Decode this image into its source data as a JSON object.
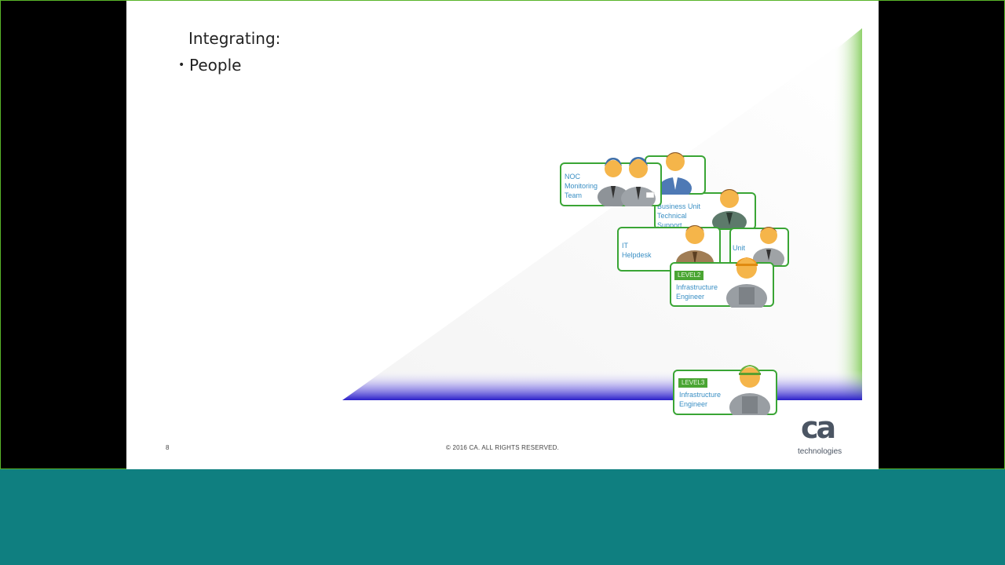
{
  "slide": {
    "title": "Integrating:",
    "bullets": [
      "People"
    ],
    "page_number": "8",
    "copyright": "© 2016 CA. ALL RIGHTS RESERVED."
  },
  "cards": {
    "noc": "NOC\nMonitoring\nTeam",
    "bu_tech": "Business Unit\nTechnical\nSupport",
    "bu_unit": "Unit",
    "it_helpdesk": "IT\nHelpdesk",
    "level2_badge": "LEVEL2",
    "level2_label": "Infrastructure\nEngineer",
    "level3_badge": "LEVEL3",
    "level3_label": "Infrastructure\nEngineer"
  },
  "logo": {
    "mark": "ca",
    "word": "technologies"
  },
  "colors": {
    "card_border": "#3aa535",
    "label_text": "#3a8fc4",
    "bottom_bar": "#0f7f80",
    "gradient_base": "#2a1fc9"
  }
}
